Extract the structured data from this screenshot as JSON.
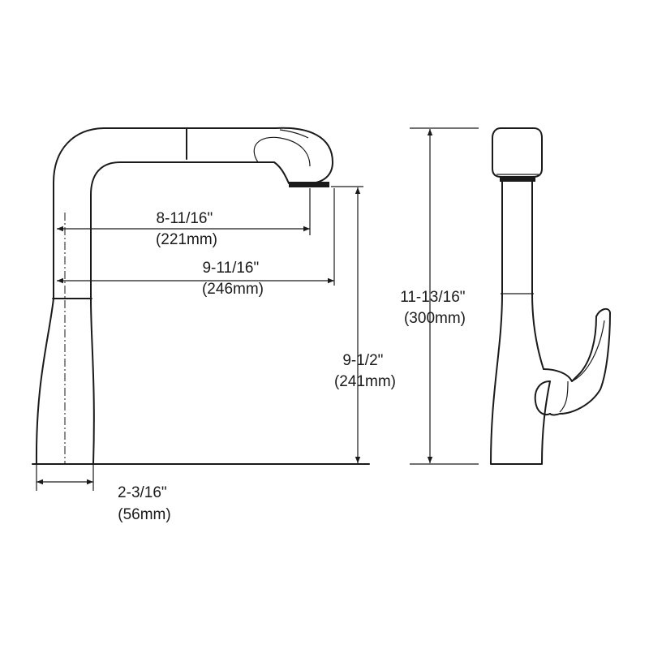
{
  "dimensions": {
    "spout_reach_inner": {
      "imperial": "8-11/16\"",
      "metric": "(221mm)"
    },
    "spout_reach_outer": {
      "imperial": "9-11/16\"",
      "metric": "(246mm)"
    },
    "spout_clearance": {
      "imperial": "9-1/2\"",
      "metric": "(241mm)"
    },
    "overall_height": {
      "imperial": "11-13/16\"",
      "metric": "(300mm)"
    },
    "base_diameter": {
      "imperial": "2-3/16\"",
      "metric": "(56mm)"
    }
  },
  "colors": {
    "line": "#1a1a1a",
    "background": "#ffffff"
  }
}
